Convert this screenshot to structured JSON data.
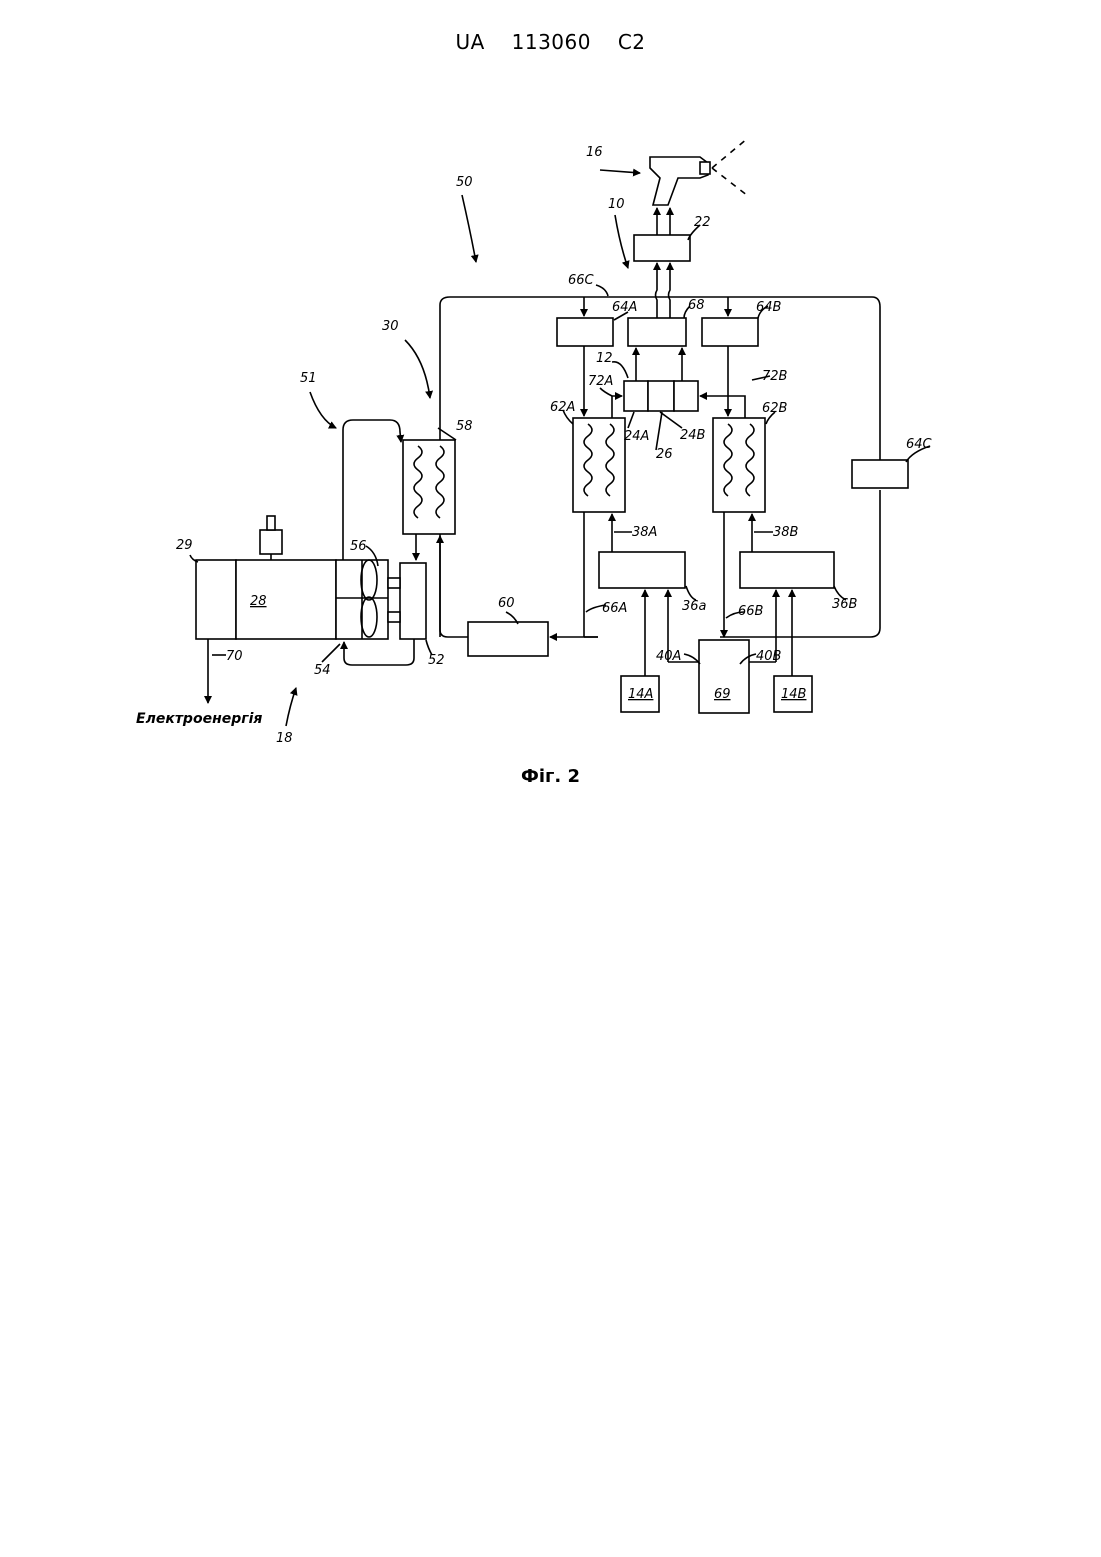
{
  "header": {
    "country": "UA",
    "number": "113060",
    "kind": "C2"
  },
  "figure": {
    "caption": "Фіг. 2",
    "output_label": "Електроенергія",
    "refs": {
      "r16": "16",
      "r10": "10",
      "r22": "22",
      "r50": "50",
      "r66C": "66C",
      "r64A": "64A",
      "r68": "68",
      "r64B": "64B",
      "r30": "30",
      "r51": "51",
      "r12": "12",
      "r72A": "72A",
      "r72B": "72B",
      "r62A": "62A",
      "r24A": "24A",
      "r24B": "24B",
      "r62B": "62B",
      "r26": "26",
      "r58": "58",
      "r64C": "64C",
      "r38A": "38A",
      "r38B": "38B",
      "r29": "29",
      "r56": "56",
      "r28": "28",
      "r36a": "36a",
      "r36B": "36B",
      "r60": "60",
      "r66A": "66A",
      "r66B": "66B",
      "r70": "70",
      "r54": "54",
      "r52": "52",
      "r40A": "40A",
      "r40B": "40B",
      "r14A": "14A",
      "r69": "69",
      "r14B": "14B",
      "r18": "18"
    }
  }
}
